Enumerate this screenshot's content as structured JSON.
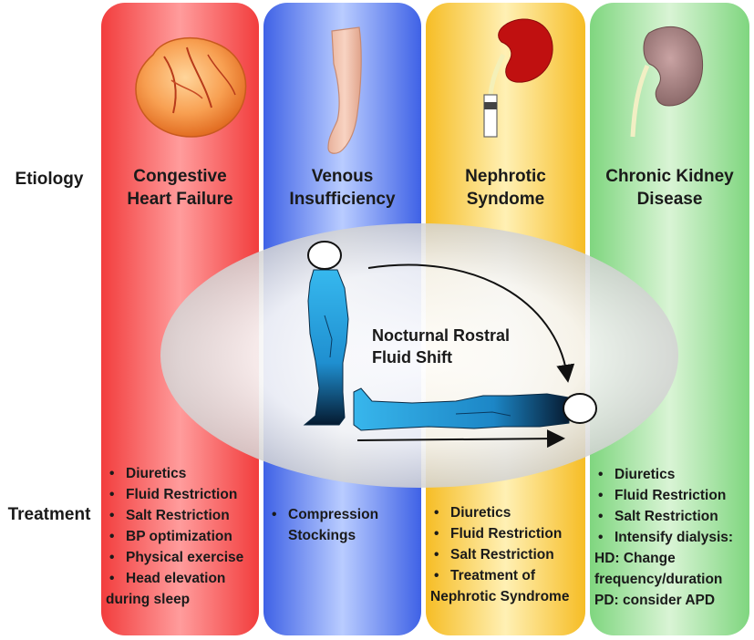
{
  "rows": {
    "etiology": "Etiology",
    "treatment": "Treatment"
  },
  "columns": [
    {
      "title_lines": [
        "Congestive",
        "Heart Failure"
      ],
      "treatments": [
        "Diuretics",
        "Fluid Restriction",
        "Salt Restriction",
        "BP optimization",
        "Physical exercise",
        "Head elevation"
      ],
      "continuation": "during sleep",
      "color": "#f23d3d"
    },
    {
      "title_lines": [
        "Venous",
        "Insufficiency"
      ],
      "treatments": [
        "Compression"
      ],
      "continuation": "Stockings",
      "color": "#3f62e6"
    },
    {
      "title_lines": [
        "Nephrotic",
        "Syndome"
      ],
      "treatments": [
        "Diuretics",
        "Fluid Restriction",
        "Salt Restriction",
        "Treatment of"
      ],
      "continuation": "Nephrotic Syndrome",
      "color": "#f6bd25"
    },
    {
      "title_lines": [
        "Chronic Kidney",
        "Disease"
      ],
      "treatments": [
        "Diuretics",
        "Fluid Restriction",
        "Salt Restriction",
        "Intensify dialysis:"
      ],
      "extra_lines": [
        "HD: Change",
        "frequency/duration",
        "PD: consider APD"
      ],
      "color": "#7fd67f"
    }
  ],
  "center": {
    "label_lines": [
      "Nocturnal Rostral",
      "Fluid Shift"
    ]
  },
  "icons": [
    "heart-icon",
    "swollen-leg-icon",
    "kidney-icon",
    "urine-tube-icon",
    "diseased-kidney-icon",
    "standing-body-icon",
    "lying-body-icon"
  ],
  "bullet": "•"
}
